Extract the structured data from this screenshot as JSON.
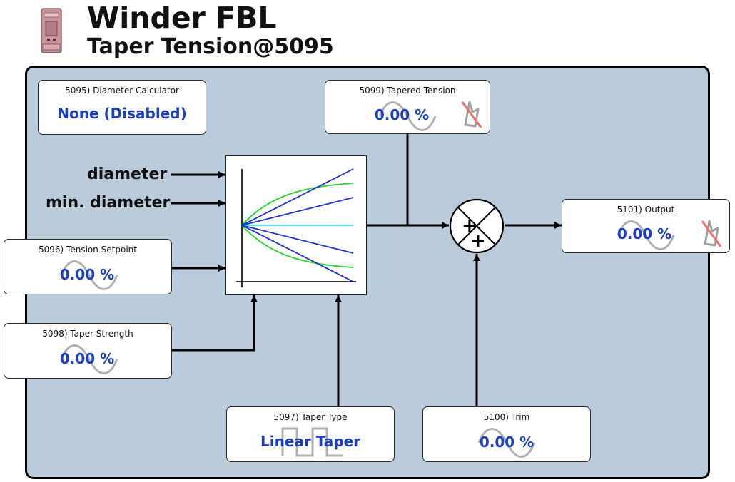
{
  "header": {
    "title": "Winder FBL",
    "subtitle": "Taper Tension@5095"
  },
  "inputs": {
    "diameter_label": "diameter",
    "min_diameter_label": "min. diameter"
  },
  "params": {
    "diameter_calculator": {
      "label": "5095) Diameter Calculator",
      "value": "None (Disabled)"
    },
    "tapered_tension": {
      "label": "5099) Tapered Tension",
      "value": "0.00 %"
    },
    "tension_setpoint": {
      "label": "5096) Tension Setpoint",
      "value": "0.00 %"
    },
    "taper_strength": {
      "label": "5098) Taper Strength",
      "value": "0.00 %"
    },
    "taper_type": {
      "label": "5097) Taper Type",
      "value": "Linear Taper"
    },
    "trim": {
      "label": "5100) Trim",
      "value": "0.00 %"
    },
    "output": {
      "label": "5101) Output",
      "value": "0.00 %"
    }
  },
  "summer": {
    "sign_top": "+",
    "sign_bottom": "+"
  },
  "colors": {
    "panel": "#bacbdc",
    "value_text": "#1a3fc4",
    "curve_blue": "#1c2fd0",
    "curve_green": "#28d828",
    "curve_cyan": "#33e0f0"
  },
  "icons": {
    "device": "drive-module-icon",
    "wave": "sine-wave-icon",
    "square_wave": "square-wave-icon",
    "auto": "no-auto-icon"
  }
}
